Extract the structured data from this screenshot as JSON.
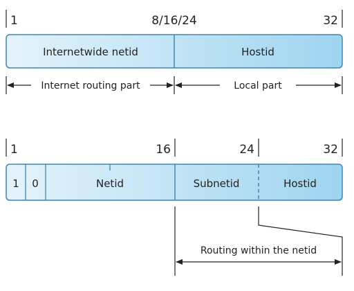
{
  "top": {
    "bit_labels": {
      "start": "1",
      "mid": "8/16/24",
      "end": "32"
    },
    "fields": {
      "netid": "Internetwide netid",
      "hostid": "Hostid"
    },
    "spans": {
      "routing": "Internet routing part",
      "local": "Local part"
    }
  },
  "bottom": {
    "bit_labels": {
      "start": "1",
      "b16": "16",
      "b24": "24",
      "end": "32"
    },
    "fields": {
      "one": "1",
      "zero": "0",
      "netid": "Netid",
      "subnetid": "Subnetid",
      "hostid": "Hostid"
    },
    "spans": {
      "routing_within": "Routing within the netid"
    }
  },
  "colors": {
    "field_light": "#e4f3fb",
    "field_dark": "#9fd4ef",
    "border": "#3f86b3",
    "line": "#222222"
  }
}
